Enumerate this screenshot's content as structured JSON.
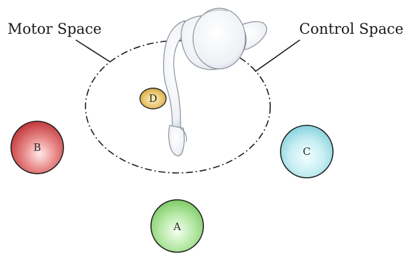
{
  "labels": {
    "motor_space": "Motor Space",
    "control_space": "Control Space"
  },
  "targets": {
    "a": {
      "letter": "A",
      "color": "#8fd57a"
    },
    "b": {
      "letter": "B",
      "color": "#d8585a"
    },
    "c": {
      "letter": "C",
      "color": "#9fdde6"
    },
    "d": {
      "letter": "D",
      "color": "#d8b24e"
    }
  }
}
